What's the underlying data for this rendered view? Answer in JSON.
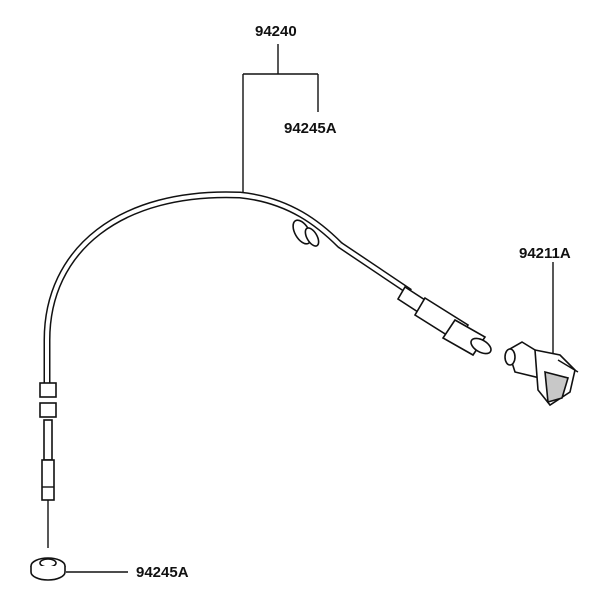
{
  "labels": {
    "cable_assembly": "94240",
    "upper_seal": "94245A",
    "sensor_connector": "94211A",
    "lower_seal": "94245A"
  },
  "colors": {
    "ink": "#111111",
    "part_fill": "#ffffff",
    "shade": "#c8c8c8"
  }
}
